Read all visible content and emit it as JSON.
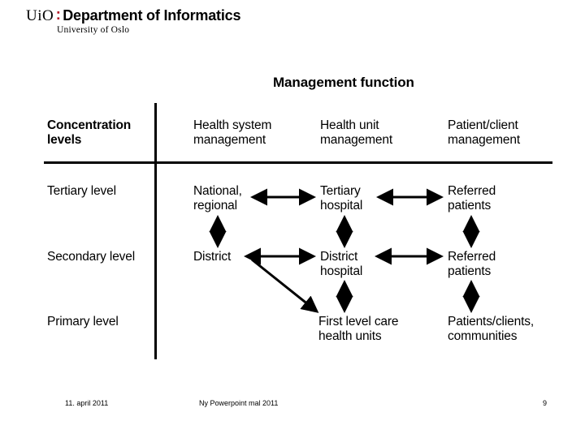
{
  "logo": {
    "uio": "UiO",
    "separator": ":",
    "department": "Department of Informatics",
    "university": "University of Oslo",
    "accent_color": "#b61c2b"
  },
  "diagram": {
    "title": "Management function",
    "corner_label": "Concentration\nlevels",
    "column_headers": [
      "Health system\nmanagement",
      "Health unit\nmanagement",
      "Patient/client\nmanagement"
    ],
    "row_labels": [
      "Tertiary level",
      "Secondary level",
      "Primary level"
    ],
    "cells": {
      "tertiary": {
        "health_system": "National,\nregional",
        "health_unit": "Tertiary\nhospital",
        "patient_client": "Referred\npatients"
      },
      "secondary": {
        "health_system": "District",
        "health_unit": "District\nhospital",
        "patient_client": "Referred\npatients"
      },
      "primary": {
        "health_system": "",
        "health_unit": "First level care\nhealth units",
        "patient_client": "Patients/clients,\ncommunities"
      }
    },
    "connectors": [
      {
        "name": "national-to-tertiary-hospital",
        "type": "double-horizontal"
      },
      {
        "name": "tertiary-hospital-to-referred-patients",
        "type": "double-horizontal"
      },
      {
        "name": "national-to-district",
        "type": "double-vertical"
      },
      {
        "name": "tertiary-hospital-to-district-hospital",
        "type": "double-vertical"
      },
      {
        "name": "tertiary-referred-to-secondary-referred",
        "type": "double-vertical"
      },
      {
        "name": "district-to-district-hospital",
        "type": "double-horizontal"
      },
      {
        "name": "district-hospital-to-referred-patients",
        "type": "double-horizontal"
      },
      {
        "name": "district-to-first-level-care",
        "type": "single-diagonal"
      },
      {
        "name": "district-hospital-to-first-level-care",
        "type": "double-vertical"
      },
      {
        "name": "secondary-referred-to-patients-communities",
        "type": "double-vertical"
      }
    ],
    "line_color": "#000000"
  },
  "footer": {
    "date": "11. april 2011",
    "template_name": "Ny Powerpoint mal 2011",
    "page_number": "9"
  }
}
